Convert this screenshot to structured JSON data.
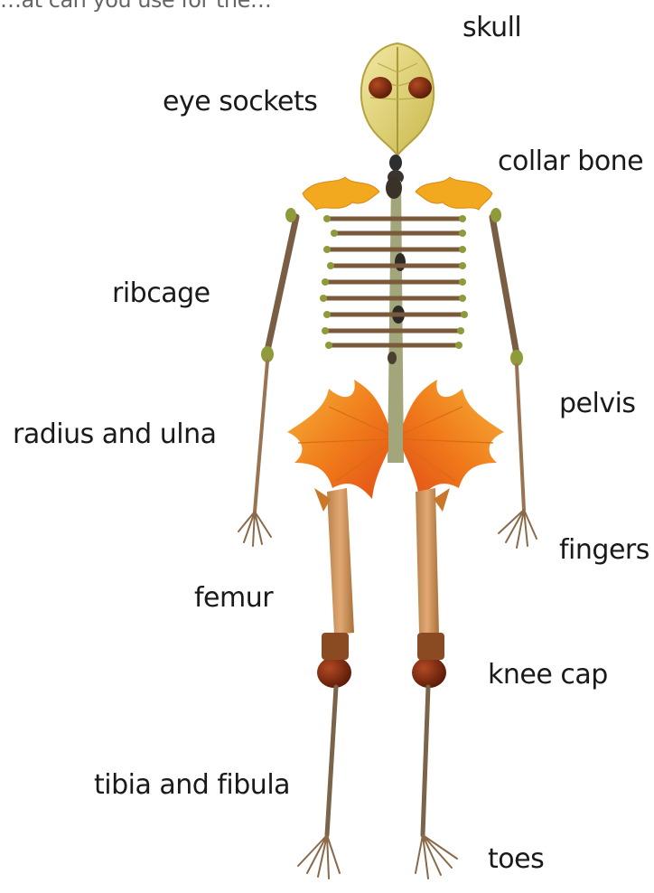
{
  "intro_text": "…at can you use for the…",
  "labels": {
    "skull": "skull",
    "eye_sockets": "eye sockets",
    "collar_bone": "collar bone",
    "ribcage": "ribcage",
    "pelvis": "pelvis",
    "radius_ulna": "radius and ulna",
    "fingers": "fingers",
    "femur": "femur",
    "knee_cap": "knee cap",
    "tibia_fibula": "tibia and fibula",
    "toes": "toes"
  },
  "colors": {
    "leaf_yellow": "#e6d77a",
    "leaf_orange": "#f08a1c",
    "leaf_red": "#e8561a",
    "twig": "#8a6a4a",
    "conker": "#7a2a12",
    "bud_green": "#8f9a3a"
  }
}
